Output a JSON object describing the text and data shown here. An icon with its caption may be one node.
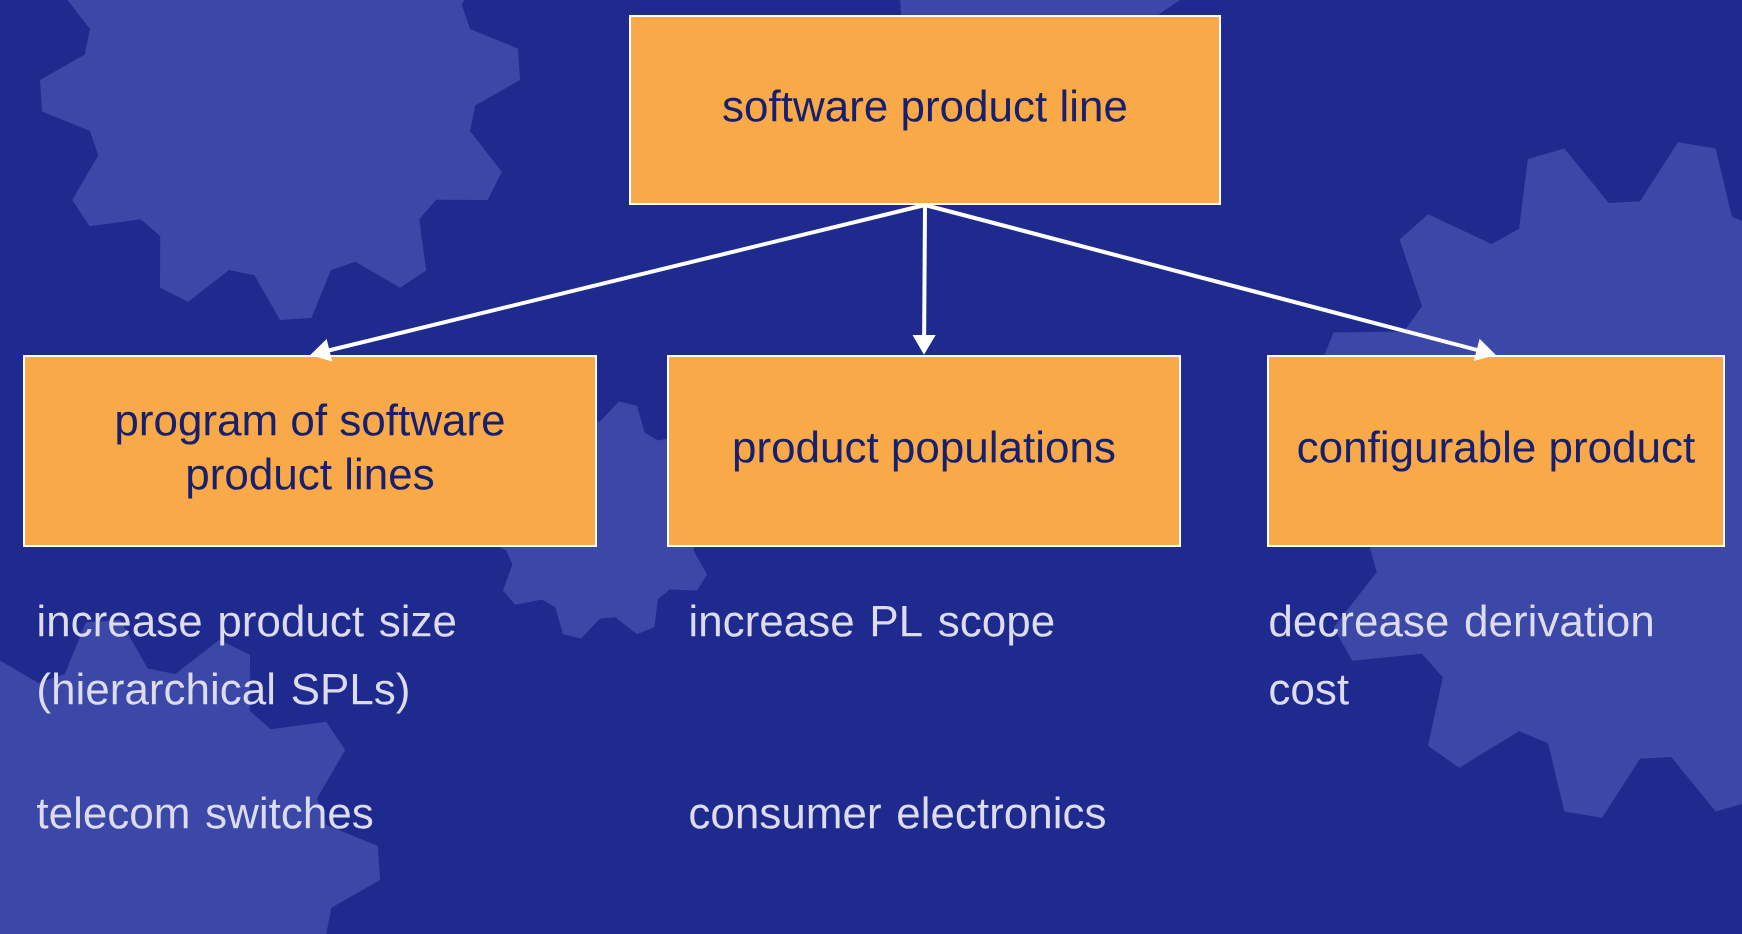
{
  "diagram": {
    "nodes": [
      {
        "text": [
          "software product line"
        ]
      },
      {
        "text": [
          "program of software product lines"
        ]
      },
      {
        "text": [
          "product populations"
        ]
      },
      {
        "text": [
          "configurable product"
        ]
      }
    ],
    "edges": [
      {
        "from": 0,
        "to": 1,
        "arrow": "to"
      },
      {
        "from": 0,
        "to": 2,
        "arrow": "to"
      },
      {
        "from": 0,
        "to": 3,
        "arrow": "to"
      }
    ],
    "labels": [
      "increase product size (hierarchical SPLs)",
      "increase PL scope",
      "decrease derivation cost",
      "telecom switches",
      "consumer electronics"
    ]
  }
}
